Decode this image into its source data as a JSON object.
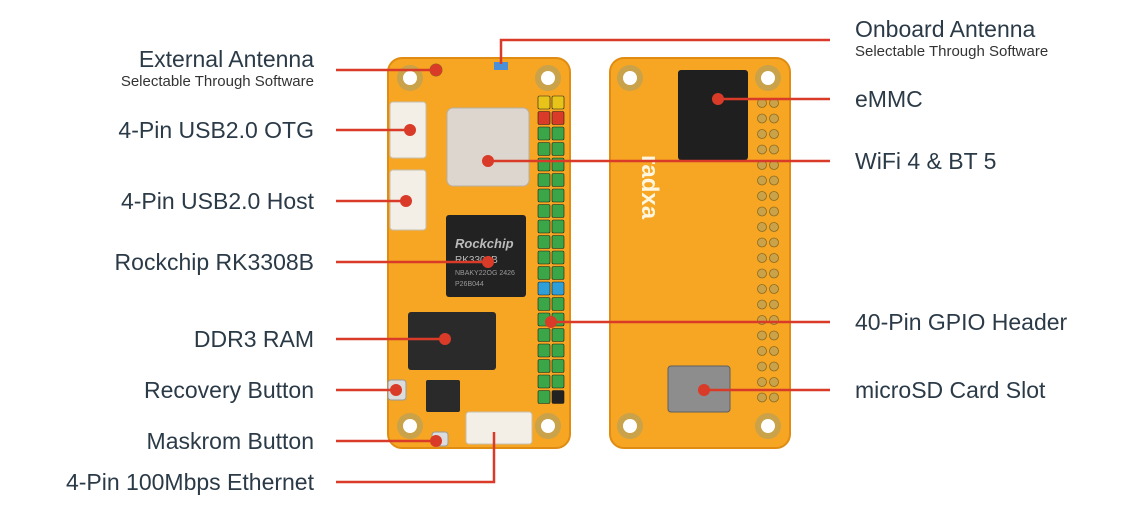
{
  "colors": {
    "board": "#f6a623",
    "board_dark": "#e08c12",
    "leader_line": "#d93b28",
    "label_text": "#2b3a47"
  },
  "chips": {
    "soc_brand": "Rockchip",
    "soc_model": "RK3308B",
    "soc_line2": "NBAKY22OG 2426",
    "soc_line3": "P26B044",
    "back_brand": "radxa"
  },
  "labels": {
    "left": [
      {
        "id": "external-antenna",
        "title": "External Antenna",
        "sub": "Selectable Through Software"
      },
      {
        "id": "usb-otg",
        "title": "4-Pin USB2.0 OTG"
      },
      {
        "id": "usb-host",
        "title": "4-Pin USB2.0 Host"
      },
      {
        "id": "rockchip",
        "title": "Rockchip RK3308B"
      },
      {
        "id": "ddr3",
        "title": "DDR3 RAM"
      },
      {
        "id": "recovery",
        "title": "Recovery Button"
      },
      {
        "id": "maskrom",
        "title": "Maskrom Button"
      },
      {
        "id": "ethernet",
        "title": "4-Pin 100Mbps Ethernet"
      }
    ],
    "right": [
      {
        "id": "onboard-antenna",
        "title": "Onboard Antenna",
        "sub": "Selectable Through Software"
      },
      {
        "id": "emmc",
        "title": "eMMC"
      },
      {
        "id": "wifi",
        "title": "WiFi 4 & BT 5"
      },
      {
        "id": "gpio",
        "title": "40-Pin GPIO Header"
      },
      {
        "id": "microsd",
        "title": "microSD Card Slot"
      }
    ]
  }
}
